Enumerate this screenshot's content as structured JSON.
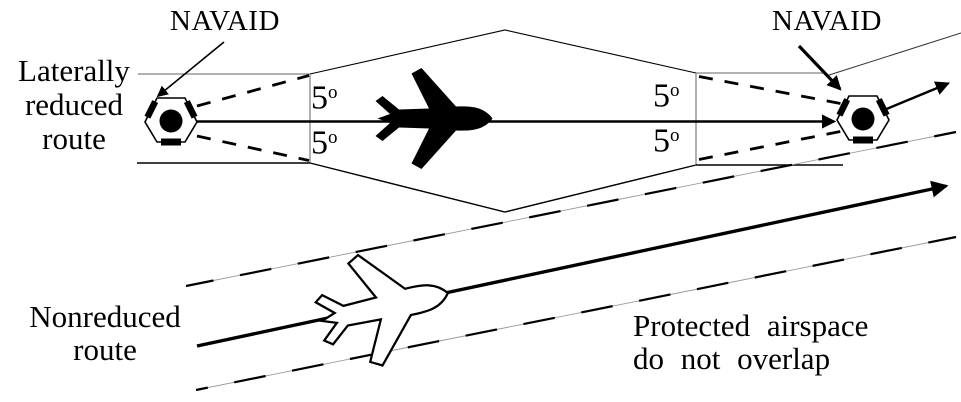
{
  "colors": {
    "ink": "#000000",
    "background": "#ffffff",
    "box_line": "#666666"
  },
  "labels": {
    "navaid_left": "NAVAID",
    "navaid_right": "NAVAID",
    "laterally_reduced_route": "Laterally\nreduced\nroute",
    "nonreduced_route": "Nonreduced\nroute",
    "protected_airspace": "Protected airspace\ndo not overlap"
  },
  "angles": {
    "left_top": {
      "value": "5",
      "sup": "o"
    },
    "left_bottom": {
      "value": "5",
      "sup": "o"
    },
    "right_top": {
      "value": "5",
      "sup": "o"
    },
    "right_bottom": {
      "value": "5",
      "sup": "o"
    }
  },
  "icons": {
    "navaid_symbol": "vortac-hexagon-icon",
    "reduced_route_aircraft": "jet-silhouette-solid-icon",
    "nonreduced_route_aircraft": "jet-outline-icon"
  }
}
